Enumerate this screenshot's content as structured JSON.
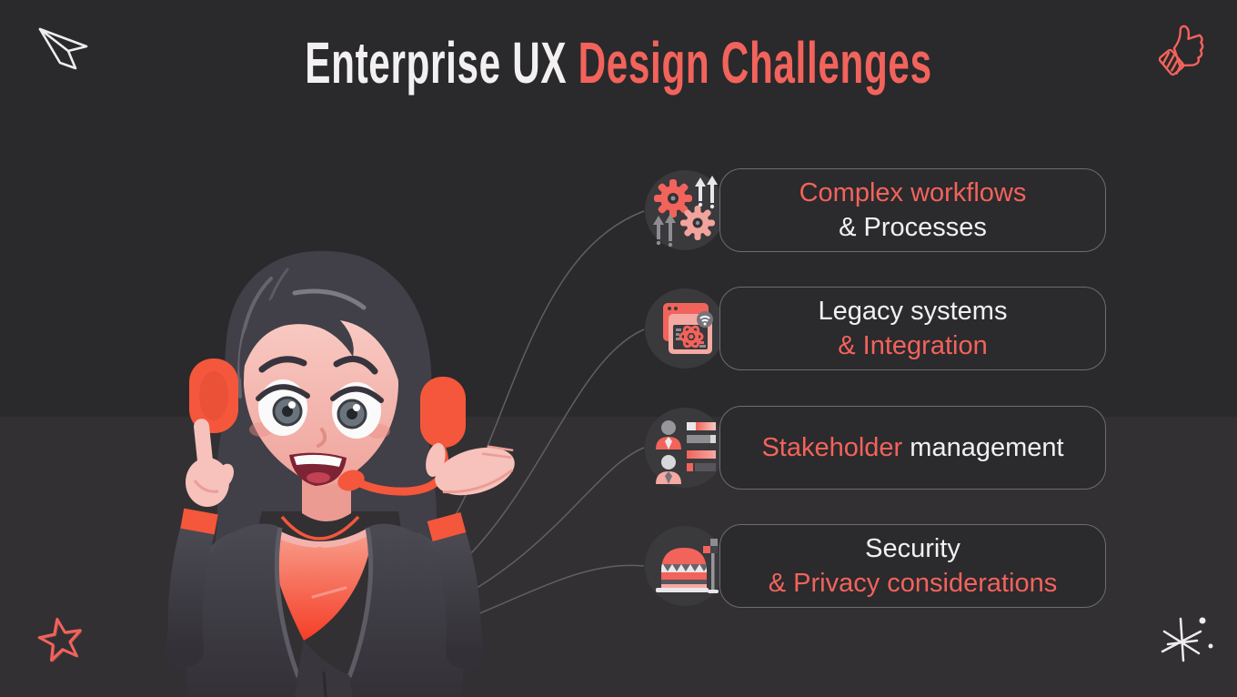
{
  "title": {
    "part1": "Enterprise UX",
    "part2": "Design Challenges"
  },
  "cards": [
    {
      "id": "complex-workflows",
      "icon": "gears-arrows-icon",
      "lines": [
        {
          "segments": [
            {
              "t": "Complex workflows",
              "accent": true
            }
          ]
        },
        {
          "segments": [
            {
              "t": "& Processes",
              "accent": false
            }
          ]
        }
      ]
    },
    {
      "id": "legacy-systems",
      "icon": "browser-atom-icon",
      "lines": [
        {
          "segments": [
            {
              "t": "Legacy systems",
              "accent": false
            }
          ]
        },
        {
          "segments": [
            {
              "t": "& Integration",
              "accent": true
            }
          ]
        }
      ]
    },
    {
      "id": "stakeholder-management",
      "icon": "people-list-icon",
      "lines": [
        {
          "segments": [
            {
              "t": "Stakeholder",
              "accent": true
            },
            {
              "t": "management",
              "accent": false
            }
          ]
        }
      ]
    },
    {
      "id": "security-privacy",
      "icon": "dome-flag-icon",
      "lines": [
        {
          "segments": [
            {
              "t": "Security",
              "accent": false
            }
          ]
        },
        {
          "segments": [
            {
              "t": "& Privacy considerations",
              "accent": true
            }
          ]
        }
      ]
    }
  ],
  "character": {
    "label": "woman-with-headset-illustration"
  },
  "decorations": {
    "top_left": "paper-plane-doodle",
    "top_right": "thumbs-up-doodle",
    "bottom_left": "star-doodle",
    "bottom_right": "sparkle-doodle"
  },
  "colors": {
    "background_top": "#2a292b",
    "background_band": "#323033",
    "accent": "#f2635c",
    "text_white": "#f2f0f1",
    "icon_circle": "#3a393c",
    "card_border": "#6e6c72",
    "connector_line": "#6a686d",
    "headset_coral": "#f4573b",
    "pink": "#f5a9a3"
  }
}
